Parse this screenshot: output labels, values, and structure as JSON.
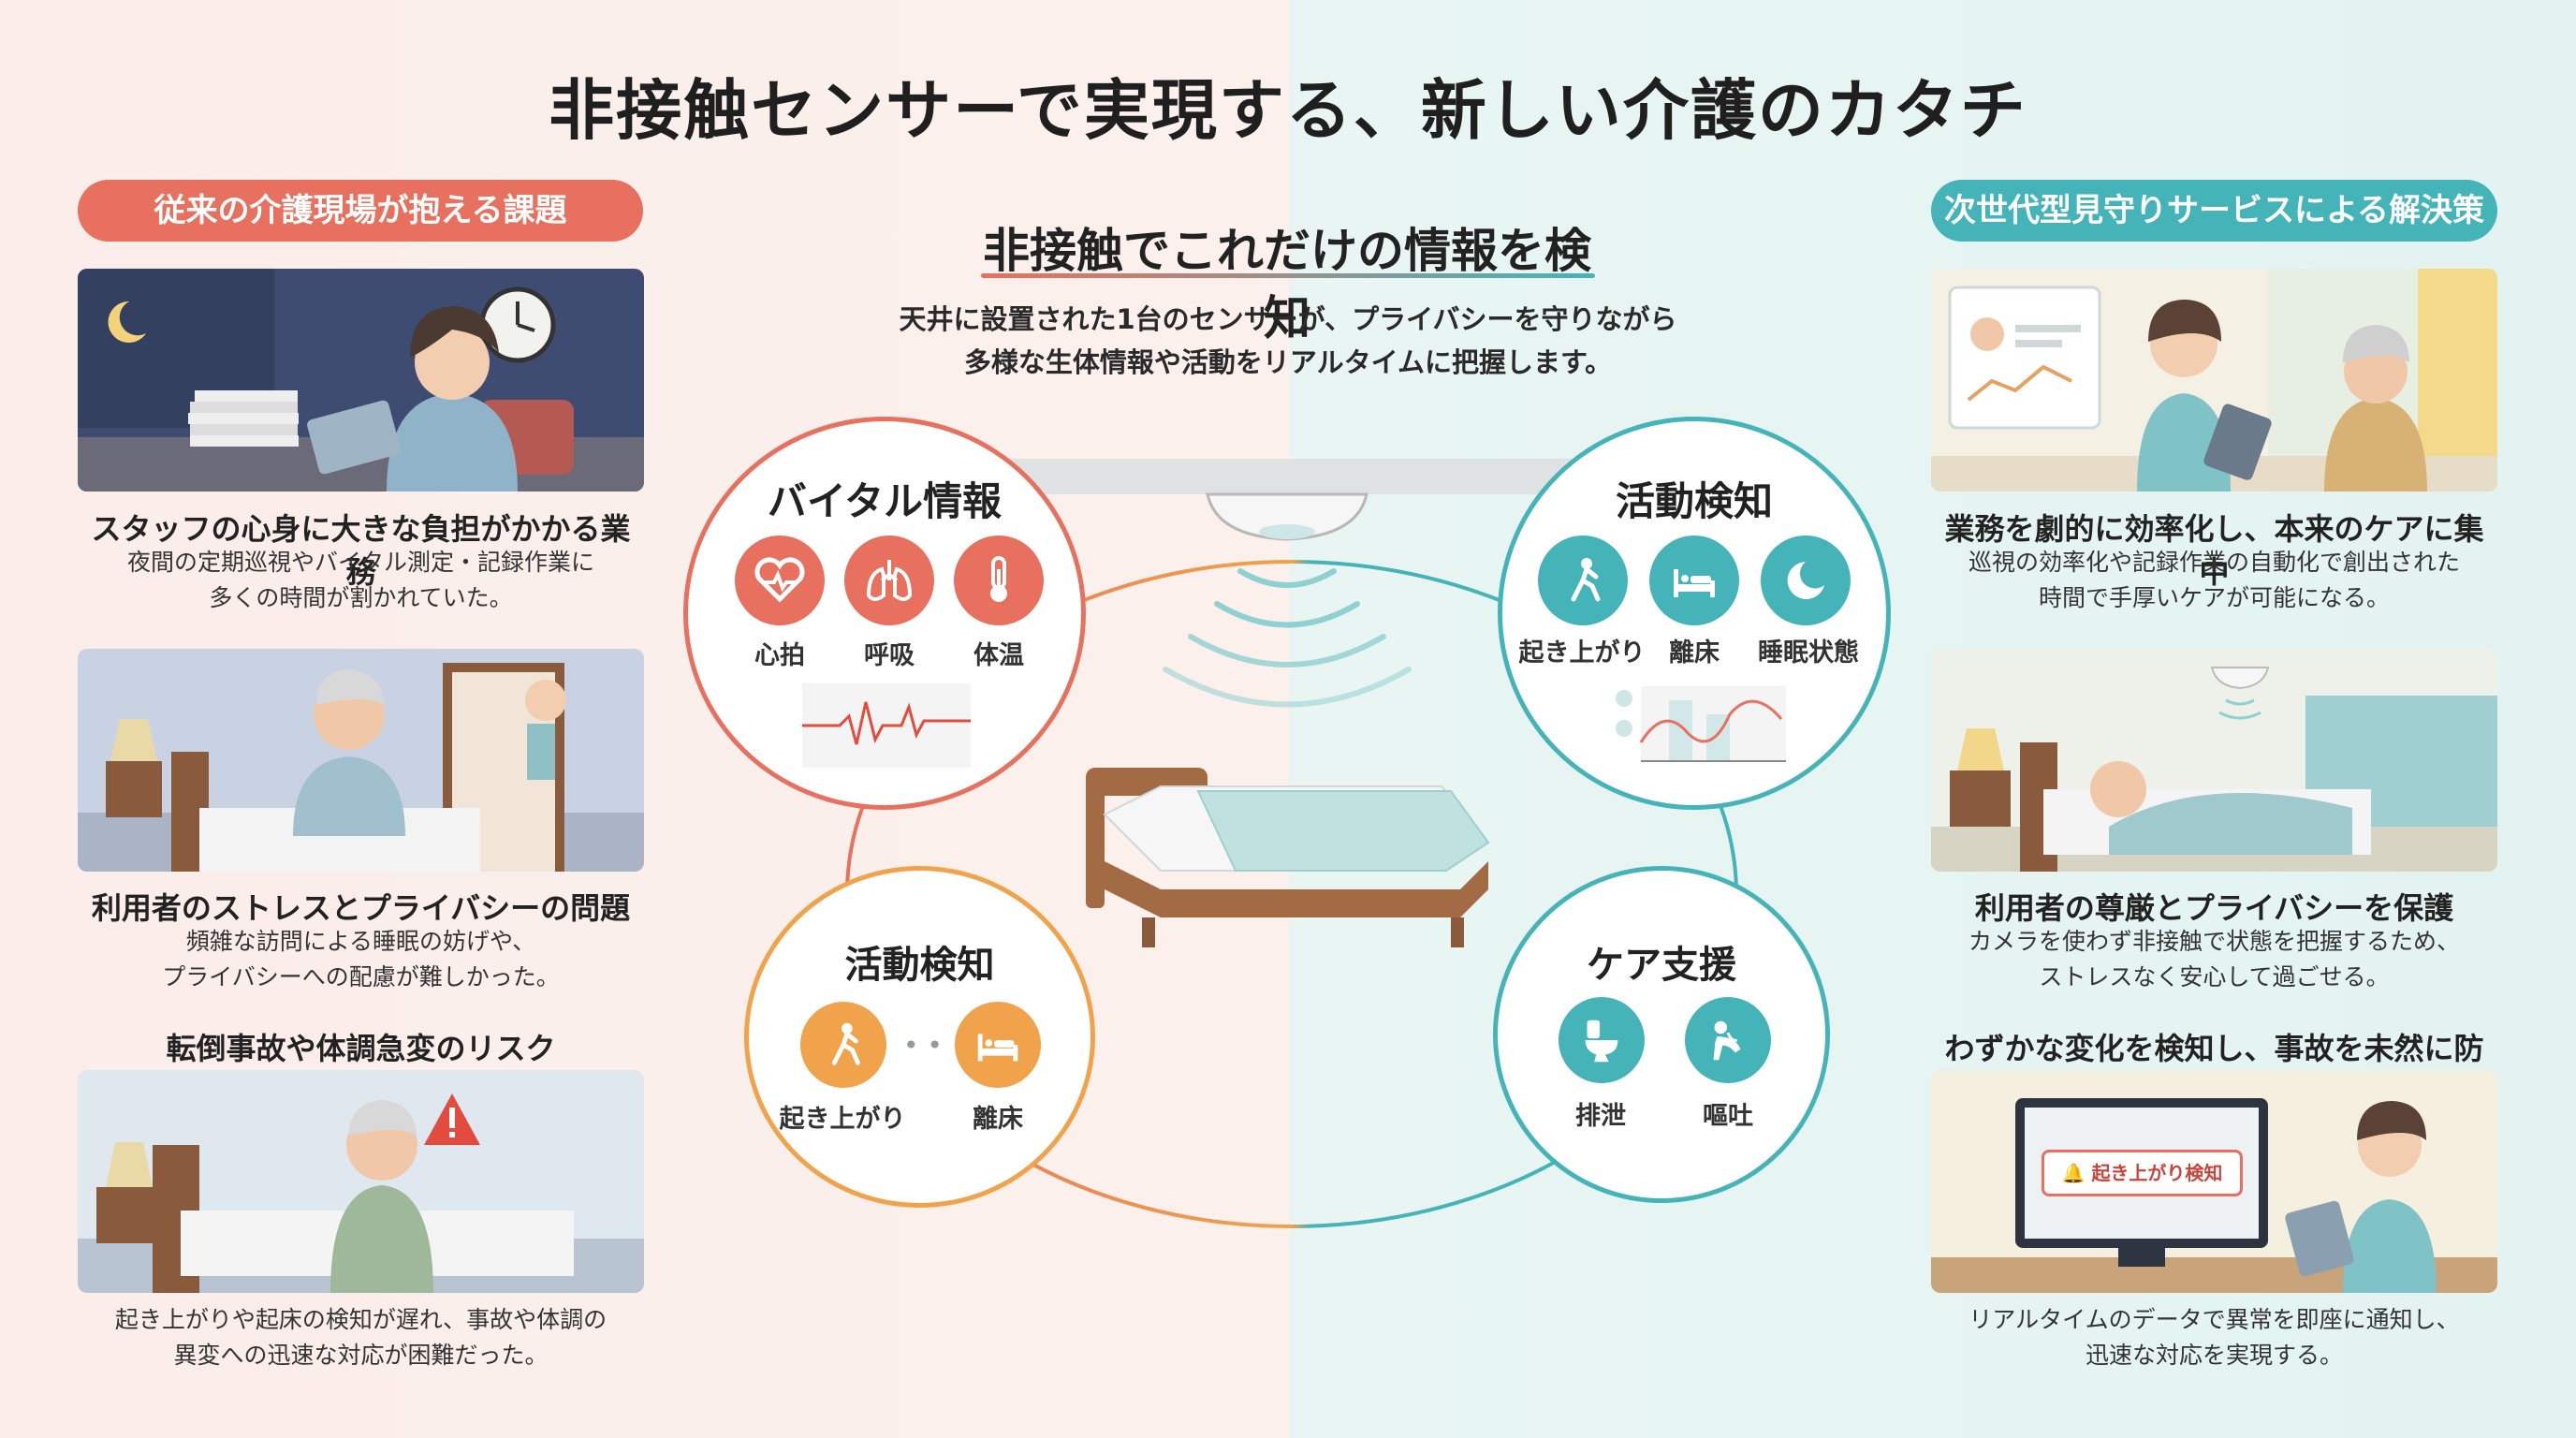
{
  "title": "非接触センサーで実現する、新しい介護のカタチ",
  "left": {
    "header": "従来の介護現場が抱える課題",
    "cards": [
      {
        "title": "スタッフの心身に大きな負担がかかる業務",
        "desc_line1": "夜間の定期巡視やバイタル測定・記録作業に",
        "desc_line2": "多くの時間が割かれていた。"
      },
      {
        "title": "利用者のストレスとプライバシーの問題",
        "desc_line1": "頻雑な訪問による睡眠の妨げや、",
        "desc_line2": "プライバシーへの配慮が難しかった。"
      },
      {
        "title": "転倒事故や体調急変のリスク",
        "desc_line1": "起き上がりや起床の検知が遅れ、事故や体調の",
        "desc_line2": "異変への迅速な対応が困難だった。"
      }
    ]
  },
  "center": {
    "heading": "非接触でこれだけの情報を検知",
    "desc_line1": "天井に設置された1台のセンサーが、プライバシーを守りながら",
    "desc_line2": "多様な生体情報や活動をリアルタイムに把握します。",
    "vital": {
      "title": "バイタル情報",
      "items": [
        "心拍",
        "呼吸",
        "体温"
      ]
    },
    "activity_right": {
      "title": "活動検知",
      "items": [
        "起き上がり",
        "離床",
        "睡眠状態"
      ]
    },
    "activity_left": {
      "title": "活動検知",
      "items": [
        "起き上がり",
        "離床"
      ]
    },
    "care": {
      "title": "ケア支援",
      "items": [
        "排泄",
        "嘔吐"
      ]
    }
  },
  "right": {
    "header": "次世代型見守りサービスによる解決策",
    "cards": [
      {
        "title": "業務を劇的に効率化し、本来のケアに集中",
        "desc_line1": "巡視の効率化や記録作業の自動化で創出された",
        "desc_line2": "時間で手厚いケアが可能になる。"
      },
      {
        "title": "利用者の尊厳とプライバシーを保護",
        "desc_line1": "カメラを使わず非接触で状態を把握するため、",
        "desc_line2": "ストレスなく安心して過ごせる。"
      },
      {
        "title": "わずかな変化を検知し、事故を未然に防止",
        "desc_line1": "リアルタイムのデータで異常を即座に通知し、",
        "desc_line2": "迅速な対応を実現する。"
      }
    ],
    "monitor_alert": "起き上がり検知"
  },
  "colors": {
    "coral": "#e8705f",
    "teal": "#45b4b8",
    "orange": "#f0a34a"
  }
}
